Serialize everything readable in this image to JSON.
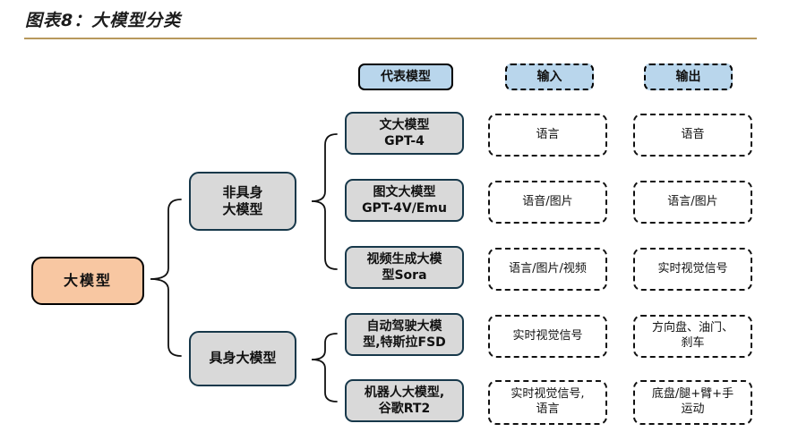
{
  "title": "图表8：大模型分类",
  "colors": {
    "rule": "#b7985c",
    "header_blue": "#b9d6ec",
    "root_orange": "#f8c7a2",
    "node_gray": "#d9d9d9",
    "node_border": "#17384a"
  },
  "headers": {
    "model": "代表模型",
    "input": "输入",
    "output": "输出"
  },
  "root": {
    "label": "大模型"
  },
  "categories": [
    {
      "label": "非具身\n大模型"
    },
    {
      "label": "具身大模型"
    }
  ],
  "rows": [
    {
      "model": "文大模型\nGPT-4",
      "input": "语言",
      "output": "语音"
    },
    {
      "model": "图文大模型\nGPT-4V/Emu",
      "input": "语音/图片",
      "output": "语言/图片"
    },
    {
      "model": "视频生成大模\n型Sora",
      "input": "语言/图片/视频",
      "output": "实时视觉信号"
    },
    {
      "model": "自动驾驶大模\n型,特斯拉FSD",
      "input": "实时视觉信号",
      "output": "方向盘、油门、\n刹车"
    },
    {
      "model": "机器人大模型,\n谷歌RT2",
      "input": "实时视觉信号,\n语言",
      "output": "底盘/腿+臂+手\n运动"
    }
  ]
}
